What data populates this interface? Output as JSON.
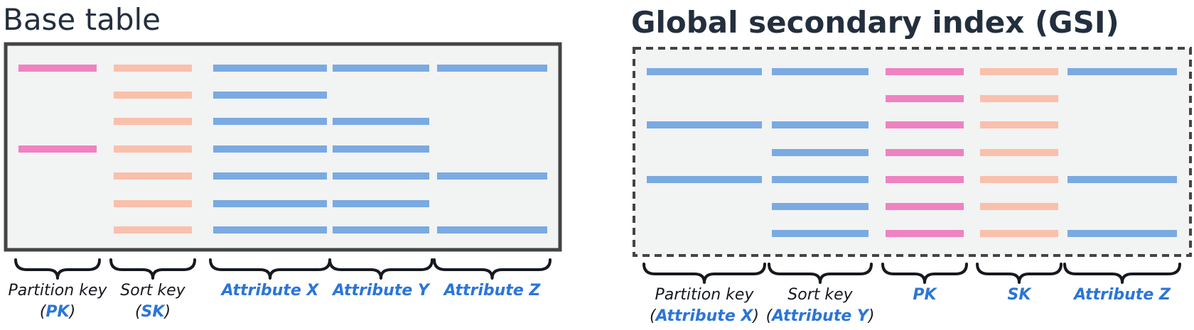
{
  "base_table": {
    "title": "Base table",
    "columns": [
      {
        "label_line1": "Partition key",
        "label_line2_open": "(",
        "label_line2_highlight": "PK",
        "label_line2_close": ")",
        "highlight_color": "#e8199a",
        "kind": "pk",
        "rows": [
          0,
          3
        ]
      },
      {
        "label_line1": "Sort key",
        "label_line2_open": "(",
        "label_line2_highlight": "SK",
        "label_line2_close": ")",
        "highlight_color": "#f28a1a",
        "kind": "sk",
        "rows": [
          0,
          1,
          2,
          3,
          4,
          5,
          6
        ]
      },
      {
        "label_line1": "Attribute X",
        "kind": "attr",
        "rows": [
          0,
          1,
          2,
          3,
          4,
          5,
          6
        ]
      },
      {
        "label_line1": "Attribute Y",
        "kind": "attr",
        "rows": [
          0,
          2,
          3,
          4,
          5,
          6
        ]
      },
      {
        "label_line1": "Attribute Z",
        "kind": "attr",
        "rows": [
          0,
          4,
          6
        ]
      }
    ]
  },
  "gsi": {
    "title": "Global secondary index (GSI)",
    "columns": [
      {
        "label_line1": "Partition key",
        "label_line2_open": "(",
        "label_line2_highlight": "Attribute X",
        "label_line2_close": ")",
        "highlight_color": "#2b75d8",
        "kind": "attr",
        "rows": [
          0,
          2,
          4
        ]
      },
      {
        "label_line1": "Sort key",
        "label_line2_open": "(",
        "label_line2_highlight": "Attribute Y",
        "label_line2_close": ")",
        "highlight_color": "#2b75d8",
        "kind": "attr",
        "rows": [
          0,
          2,
          3,
          4,
          5,
          6
        ]
      },
      {
        "label_line1": "PK",
        "label_color": "#e8199a",
        "kind": "pk",
        "rows": [
          0,
          1,
          2,
          3,
          4,
          5,
          6
        ]
      },
      {
        "label_line1": "SK",
        "label_color": "#f28a1a",
        "kind": "sk",
        "rows": [
          0,
          1,
          2,
          3,
          4,
          5,
          6
        ]
      },
      {
        "label_line1": "Attribute Z",
        "kind": "attr",
        "rows": [
          0,
          4,
          6
        ]
      }
    ]
  },
  "colors": {
    "pk_bar": "#ef82c1",
    "sk_bar": "#f9c0ac",
    "attr_bar": "#7aaae2",
    "attr_label": "#2b75d8",
    "table_fill": "#f2f3f3",
    "table_border": "#444444"
  }
}
